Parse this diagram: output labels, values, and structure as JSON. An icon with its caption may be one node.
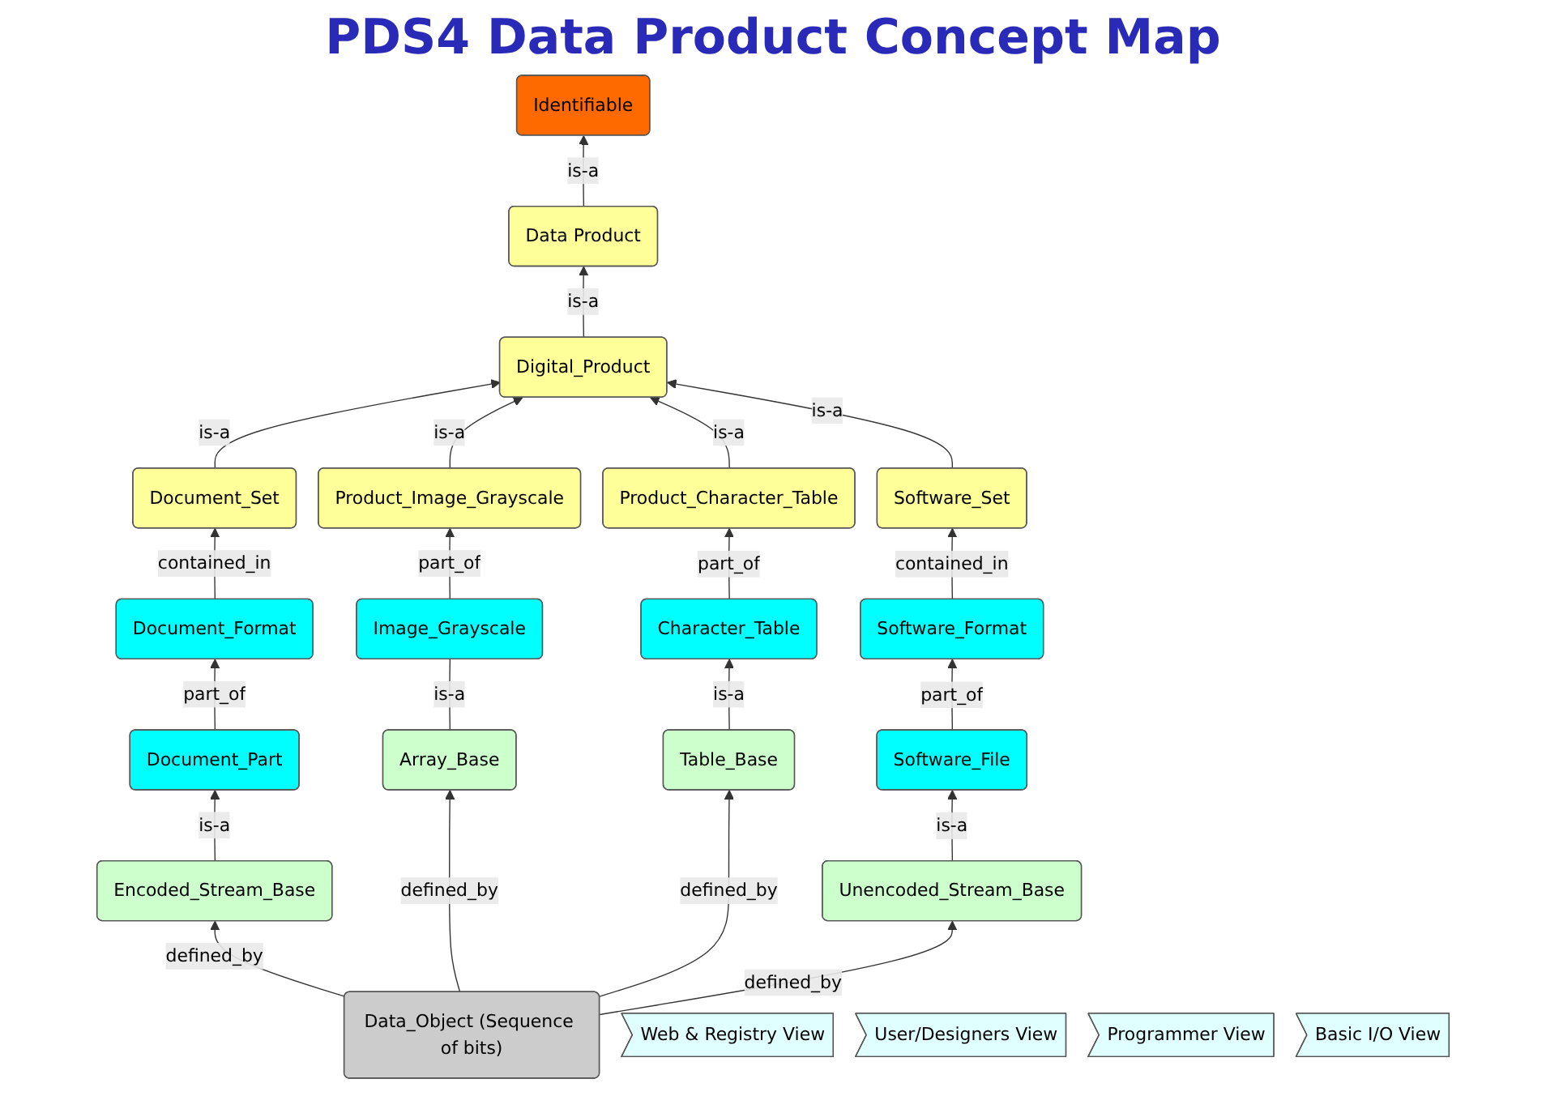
{
  "diagram": {
    "title": "PDS4 Data Product Concept Map",
    "nodes": [
      {
        "text": [
          "Identifiable"
        ]
      },
      {
        "text": [
          "Data Product"
        ]
      },
      {
        "text": [
          "Digital_Product"
        ]
      },
      {
        "text": [
          "Document_Set"
        ]
      },
      {
        "text": [
          "Product_Image_Grayscale"
        ]
      },
      {
        "text": [
          "Product_Character_Table"
        ]
      },
      {
        "text": [
          "Software_Set"
        ]
      },
      {
        "text": [
          "Document_Format"
        ]
      },
      {
        "text": [
          "Image_Grayscale"
        ]
      },
      {
        "text": [
          "Character_Table"
        ]
      },
      {
        "text": [
          "Software_Format"
        ]
      },
      {
        "text": [
          "Document_Part"
        ]
      },
      {
        "text": [
          "Software_File"
        ]
      },
      {
        "text": [
          "Encoded_Stream_Base"
        ]
      },
      {
        "text": [
          "Array_Base"
        ]
      },
      {
        "text": [
          "Table_Base"
        ]
      },
      {
        "text": [
          "Unencoded_Stream_Base"
        ]
      },
      {
        "text": [
          "Data_Object (Sequence of bits)"
        ]
      },
      {
        "text": [
          "Web & Registry View"
        ]
      },
      {
        "text": [
          "User/Designers View"
        ]
      },
      {
        "text": [
          "Programmer View"
        ]
      },
      {
        "text": [
          "Basic I/O View"
        ]
      }
    ],
    "edges": [
      {
        "from": 1,
        "to": 0,
        "arrow": "to",
        "label": "is-a"
      },
      {
        "from": 2,
        "to": 1,
        "arrow": "to",
        "label": "is-a"
      },
      {
        "from": 3,
        "to": 2,
        "arrow": "to",
        "label": "is-a"
      },
      {
        "from": 4,
        "to": 2,
        "arrow": "to",
        "label": "is-a"
      },
      {
        "from": 5,
        "to": 2,
        "arrow": "to",
        "label": "is-a"
      },
      {
        "from": 6,
        "to": 2,
        "arrow": "to",
        "label": "is-a"
      },
      {
        "from": 7,
        "to": 3,
        "arrow": "to",
        "label": "contained_in"
      },
      {
        "from": 8,
        "to": 4,
        "arrow": "to",
        "label": "part_of"
      },
      {
        "from": 9,
        "to": 5,
        "arrow": "to",
        "label": "part_of"
      },
      {
        "from": 10,
        "to": 6,
        "arrow": "to",
        "label": "contained_in"
      },
      {
        "from": 11,
        "to": 7,
        "arrow": "to",
        "label": "part_of"
      },
      {
        "from": 12,
        "to": 10,
        "arrow": "to",
        "label": "part_of"
      },
      {
        "from": 13,
        "to": 11,
        "arrow": "to",
        "label": "is-a"
      },
      {
        "from": 14,
        "to": 8,
        "arrow": "none",
        "label": "is-a"
      },
      {
        "from": 15,
        "to": 9,
        "arrow": "to",
        "label": "is-a"
      },
      {
        "from": 16,
        "to": 12,
        "arrow": "to",
        "label": "is-a"
      },
      {
        "from": 17,
        "to": 13,
        "arrow": "to",
        "label": "defined_by"
      },
      {
        "from": 17,
        "to": 14,
        "arrow": "to",
        "label": "defined_by"
      },
      {
        "from": 17,
        "to": 15,
        "arrow": "to",
        "label": "defined_by"
      },
      {
        "from": 17,
        "to": 16,
        "arrow": "to",
        "label": "defined_by"
      }
    ]
  }
}
